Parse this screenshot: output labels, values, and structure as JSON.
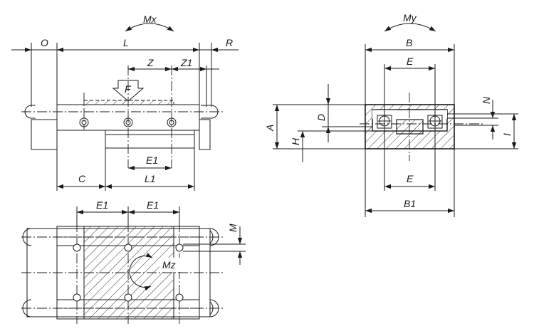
{
  "figure": {
    "front_view": {
      "moment_label": "Mx",
      "force_label": "F",
      "dims": {
        "O": "O",
        "L": "L",
        "R": "R",
        "Z": "Z",
        "Z1": "Z1",
        "E1": "E1",
        "C": "C",
        "L1": "L1"
      }
    },
    "side_view": {
      "moment_label": "My",
      "dims": {
        "B": "B",
        "E_top": "E",
        "N": "N",
        "A": "A",
        "D": "D",
        "H": "H",
        "I": "I",
        "E_bottom": "E",
        "B1": "B1"
      }
    },
    "top_view": {
      "moment_label": "Mz",
      "dims": {
        "E1_left": "E1",
        "E1_right": "E1",
        "M": "M"
      }
    }
  }
}
